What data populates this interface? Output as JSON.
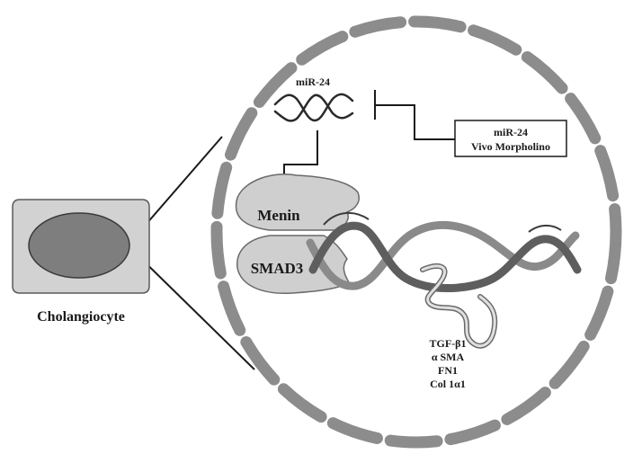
{
  "labels": {
    "cell": "Cholangiocyte",
    "mirna": "miR-24",
    "inhibitor_line1": "miR-24",
    "inhibitor_line2": "Vivo Morpholino",
    "menin": "Menin",
    "smad3": "SMAD3",
    "targets": [
      "TGF-β1",
      "α SMA",
      "FN1",
      "Col 1α1"
    ]
  },
  "colors": {
    "nucleus_dash": "#8c8c8c",
    "cell_body": "#d2d2d2",
    "cell_nucleus": "#7e7e7e",
    "protein": "#cfcfcf",
    "dna_dark": "#606060",
    "dna_mid": "#8a8a8a",
    "rna": "#cfcfcf",
    "ink": "#1a1a1a"
  }
}
